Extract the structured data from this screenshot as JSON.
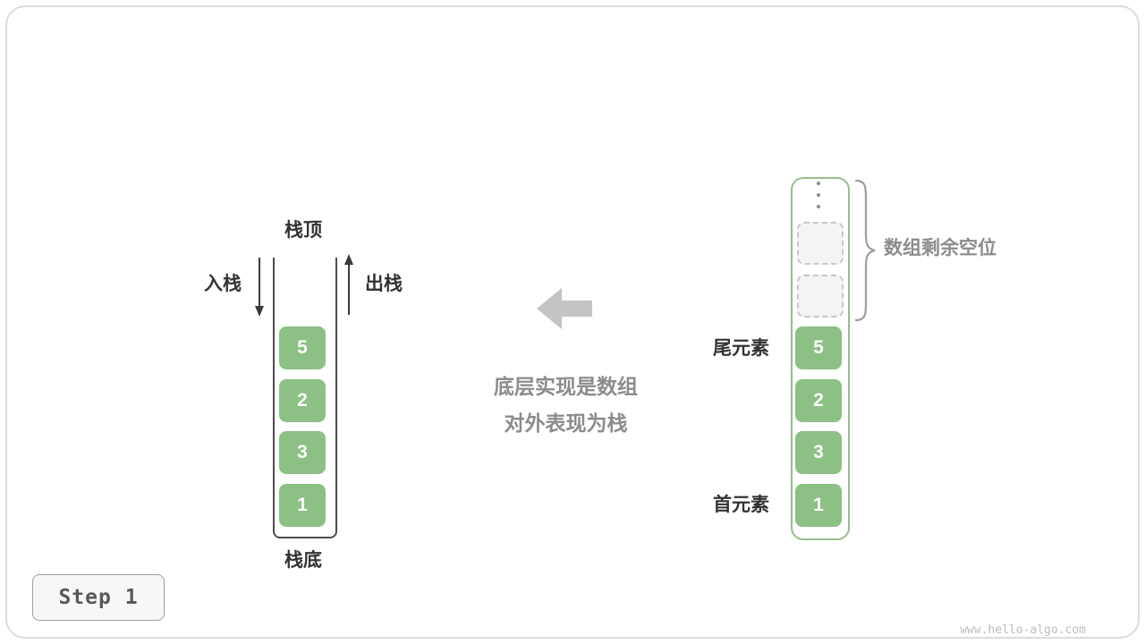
{
  "colors": {
    "cell_green": "#8CC084",
    "cell_text": "#FFFFFF",
    "label_dark": "#333333",
    "muted_text": "#8C8C8C",
    "arrow_gray": "#C4C4C4",
    "line_dark": "#3A3A3A",
    "empty_fill": "#F4F4F4",
    "empty_border": "#C8C8C8",
    "array_border": "#97BD8F",
    "stack_border": "#4D4D4D",
    "frame_border": "#DCDCDC",
    "step_text": "#595959",
    "watermark": "#BDBDBD"
  },
  "stack": {
    "top_label": "栈顶",
    "bottom_label": "栈底",
    "push_label": "入栈",
    "pop_label": "出栈",
    "push_arrow_icon": "arrow-down",
    "pop_arrow_icon": "arrow-up",
    "values": [
      "5",
      "2",
      "3",
      "1"
    ]
  },
  "center": {
    "arrow_icon": "arrow-left",
    "line1": "底层实现是数组",
    "line2": "对外表现为栈"
  },
  "array": {
    "ellipsis_icon": "vertical-ellipsis",
    "empty_slot_count": 2,
    "values": [
      "5",
      "2",
      "3",
      "1"
    ],
    "tail_label": "尾元素",
    "head_label": "首元素",
    "brace_icon": "curly-brace-right",
    "remaining_label": "数组剩余空位"
  },
  "footer": {
    "step_label": "Step 1",
    "watermark": "www.hello-algo.com"
  }
}
